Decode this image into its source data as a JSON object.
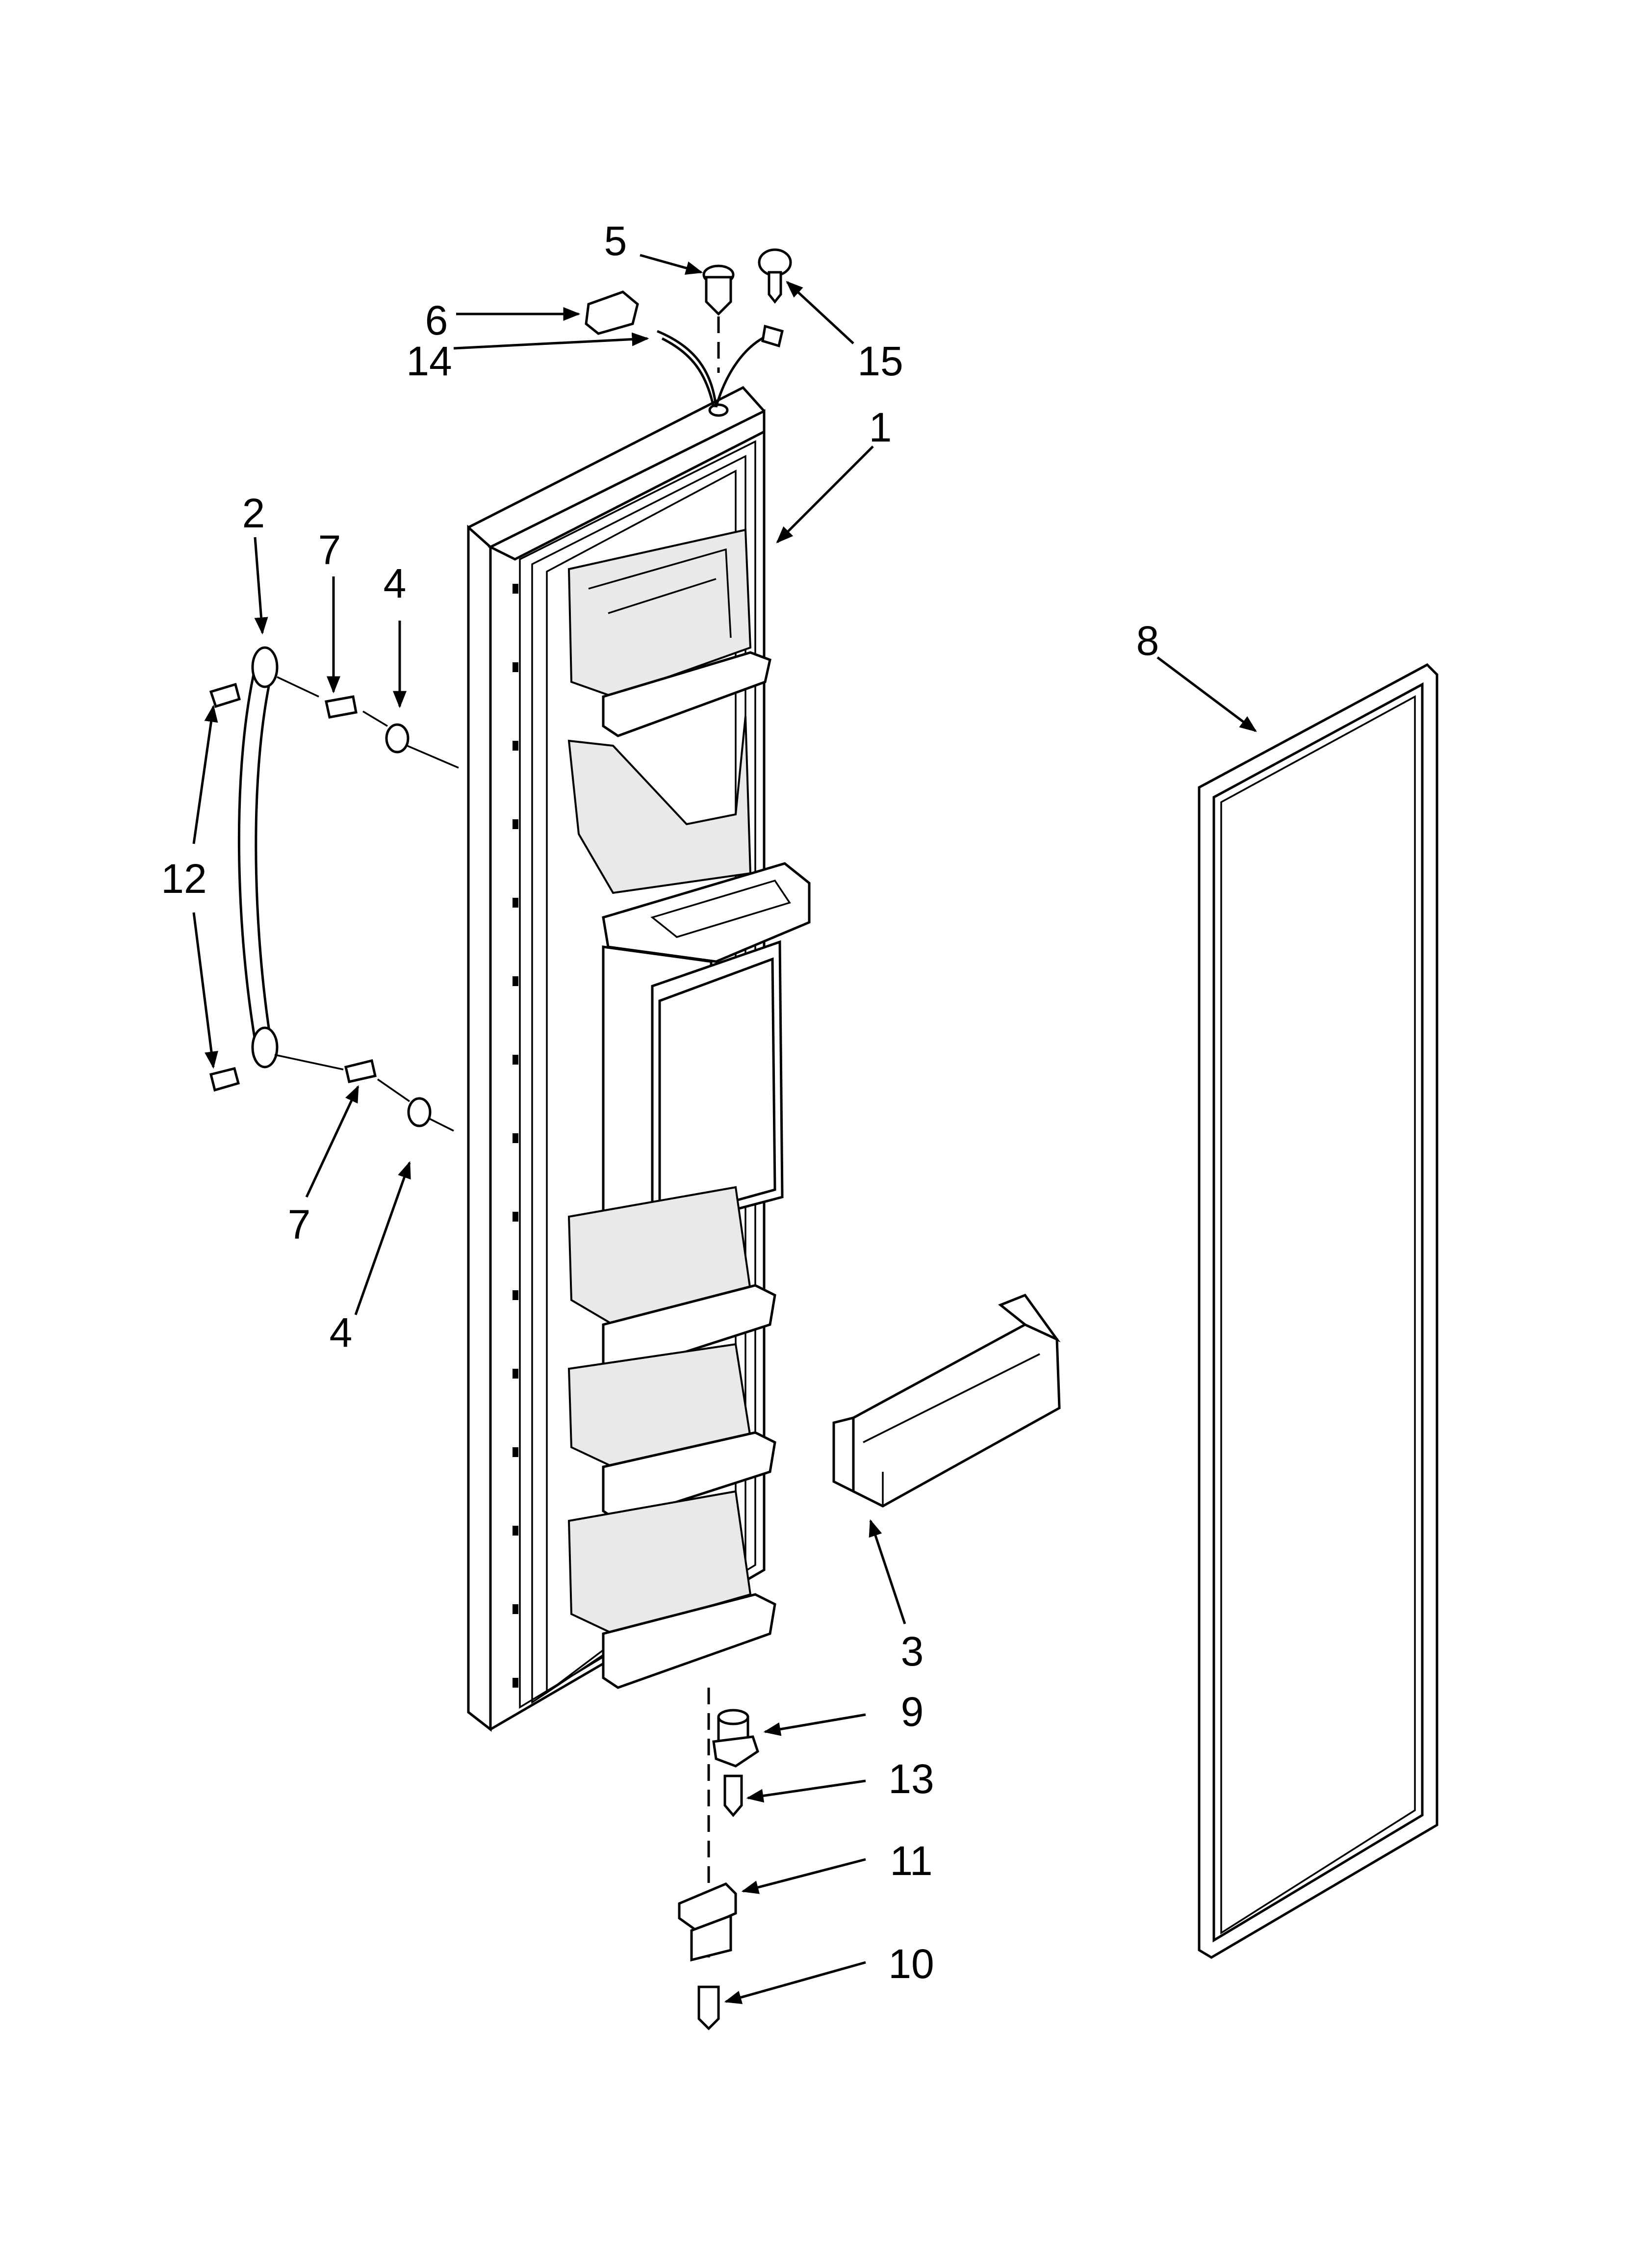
{
  "diagram": {
    "callouts": {
      "door": "1",
      "handle": "2",
      "door_bin": "3",
      "spacer_upper": "4",
      "spacer_lower": "4",
      "light_socket": "5",
      "connector": "6",
      "screw_upper": "7",
      "screw_lower": "7",
      "gasket": "8",
      "hinge_pin": "9",
      "hinge_screw": "10",
      "hinge": "11",
      "handle_stud": "12",
      "pin_screw": "13",
      "wire_harness": "14",
      "top_screw": "15"
    }
  }
}
